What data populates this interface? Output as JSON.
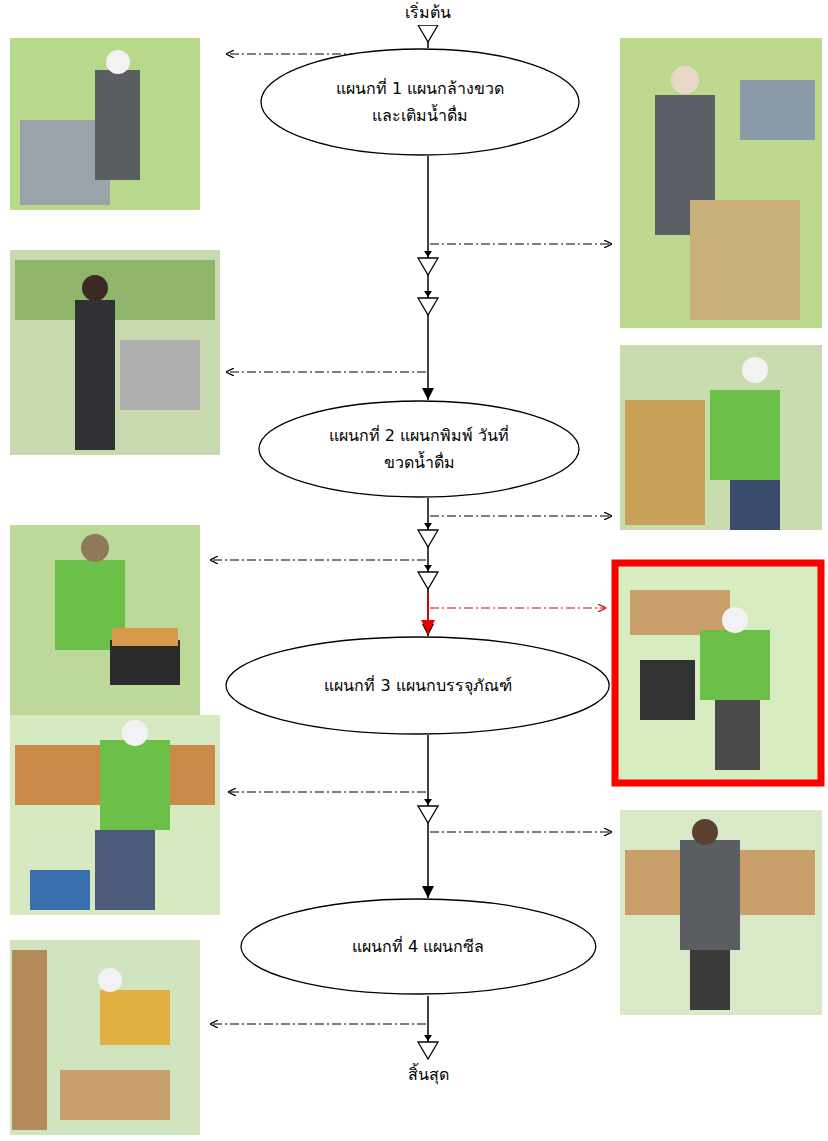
{
  "diagram": {
    "nodes": [
      {
        "text": [
          "แผนกที่ 1 แผนกล้างขวด และเติมน้ำดื่ม"
        ]
      },
      {
        "text": [
          "แผนกที่ 2 แผนกพิมพ์ วันที่ขวดน้ำดื่ม"
        ]
      },
      {
        "text": [
          "แผนกที่ 3 แผนกบรรจุภัณฑ์"
        ]
      },
      {
        "text": [
          "แผนกที่ 4 แผนกซีล"
        ]
      }
    ],
    "edges": [
      {
        "from": 0,
        "to": 1,
        "arrow": "to"
      },
      {
        "from": 1,
        "to": 2,
        "arrow": "to"
      },
      {
        "from": 2,
        "to": 3,
        "arrow": "to"
      }
    ],
    "labels": [
      "เริ่มต้น",
      "สิ้นสุด"
    ]
  }
}
